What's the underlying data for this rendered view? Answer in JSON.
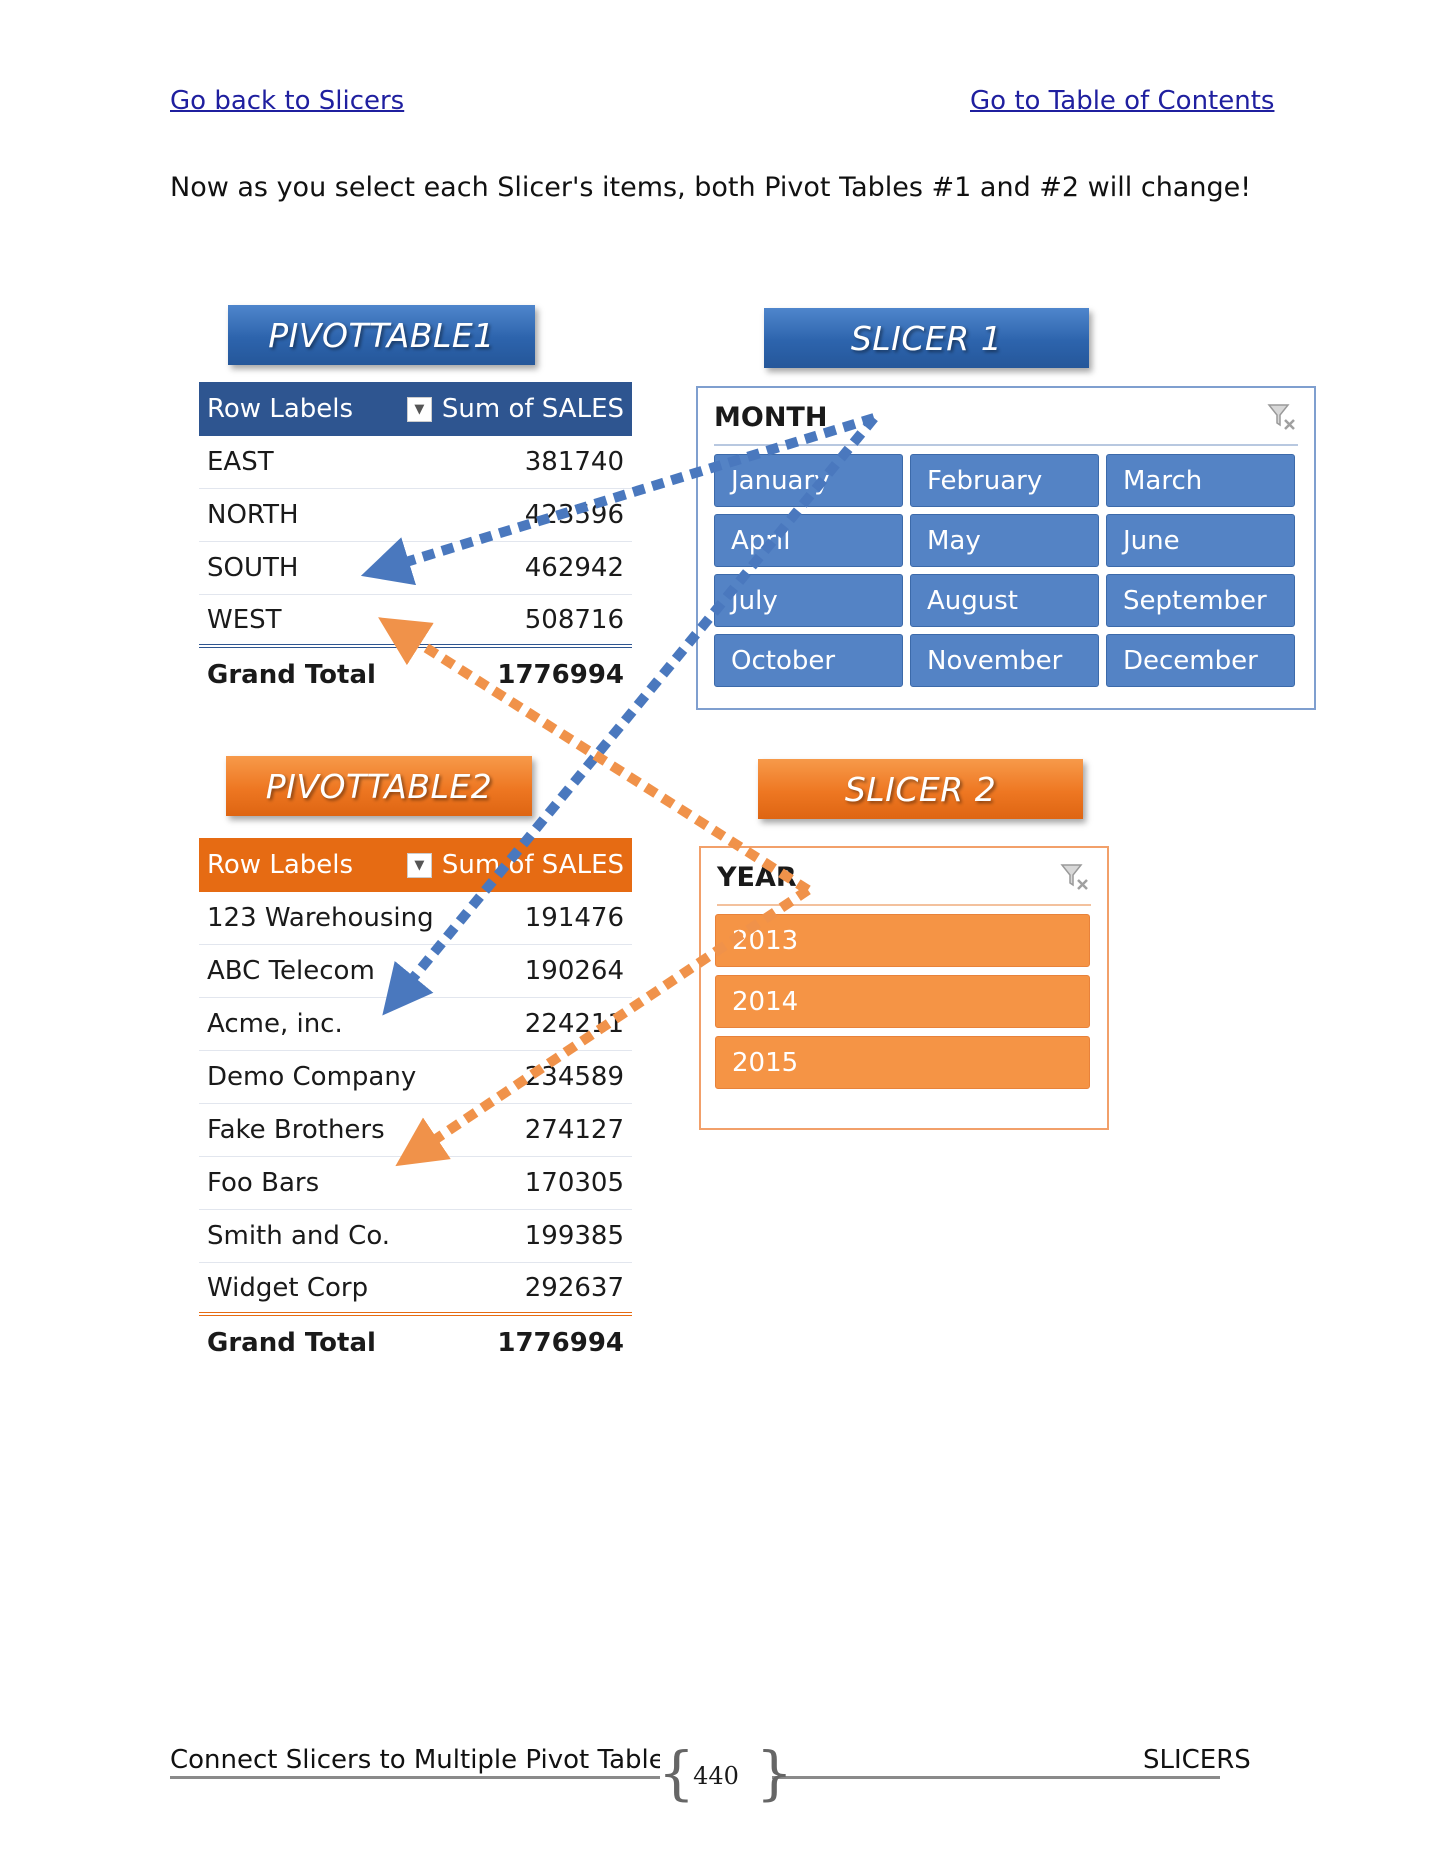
{
  "nav": {
    "back_label": "Go back to Slicers",
    "toc_label": "Go to Table of Contents"
  },
  "intro_text": "Now as you select each Slicer's items, both Pivot Tables #1 and #2 will change!",
  "banners": {
    "pivottable1": "PIVOTTABLE1",
    "slicer1": "SLICER 1",
    "pivottable2": "PIVOTTABLE2",
    "slicer2": "SLICER 2"
  },
  "pivottable1": {
    "header_row_labels": "Row Labels",
    "header_values": "Sum of SALES",
    "rows": [
      {
        "label": "EAST",
        "value": "381740"
      },
      {
        "label": "NORTH",
        "value": "423596"
      },
      {
        "label": "SOUTH",
        "value": "462942"
      },
      {
        "label": "WEST",
        "value": "508716"
      }
    ],
    "total_label": "Grand Total",
    "total_value": "1776994",
    "accent_color": "#2e5590"
  },
  "pivottable2": {
    "header_row_labels": "Row Labels",
    "header_values": "Sum of SALES",
    "rows": [
      {
        "label": "123 Warehousing",
        "value": "191476"
      },
      {
        "label": "ABC Telecom",
        "value": "190264"
      },
      {
        "label": "Acme, inc.",
        "value": "224211"
      },
      {
        "label": "Demo Company",
        "value": "234589"
      },
      {
        "label": "Fake Brothers",
        "value": "274127"
      },
      {
        "label": "Foo Bars",
        "value": "170305"
      },
      {
        "label": "Smith and Co.",
        "value": "199385"
      },
      {
        "label": "Widget Corp",
        "value": "292637"
      }
    ],
    "total_label": "Grand Total",
    "total_value": "1776994",
    "accent_color": "#e66b13"
  },
  "slicer1": {
    "title": "MONTH",
    "clear_icon": "clear-filter-icon",
    "items": [
      "January",
      "February",
      "March",
      "April",
      "May",
      "June",
      "July",
      "August",
      "September",
      "October",
      "November",
      "December"
    ],
    "accent_color": "#5483c5"
  },
  "slicer2": {
    "title": "YEAR",
    "clear_icon": "clear-filter-icon",
    "items": [
      "2013",
      "2014",
      "2015"
    ],
    "accent_color": "#f59445"
  },
  "footer": {
    "left": "Connect Slicers to Multiple Pivot Tables",
    "page_number": "440",
    "right": "SLICERS"
  }
}
